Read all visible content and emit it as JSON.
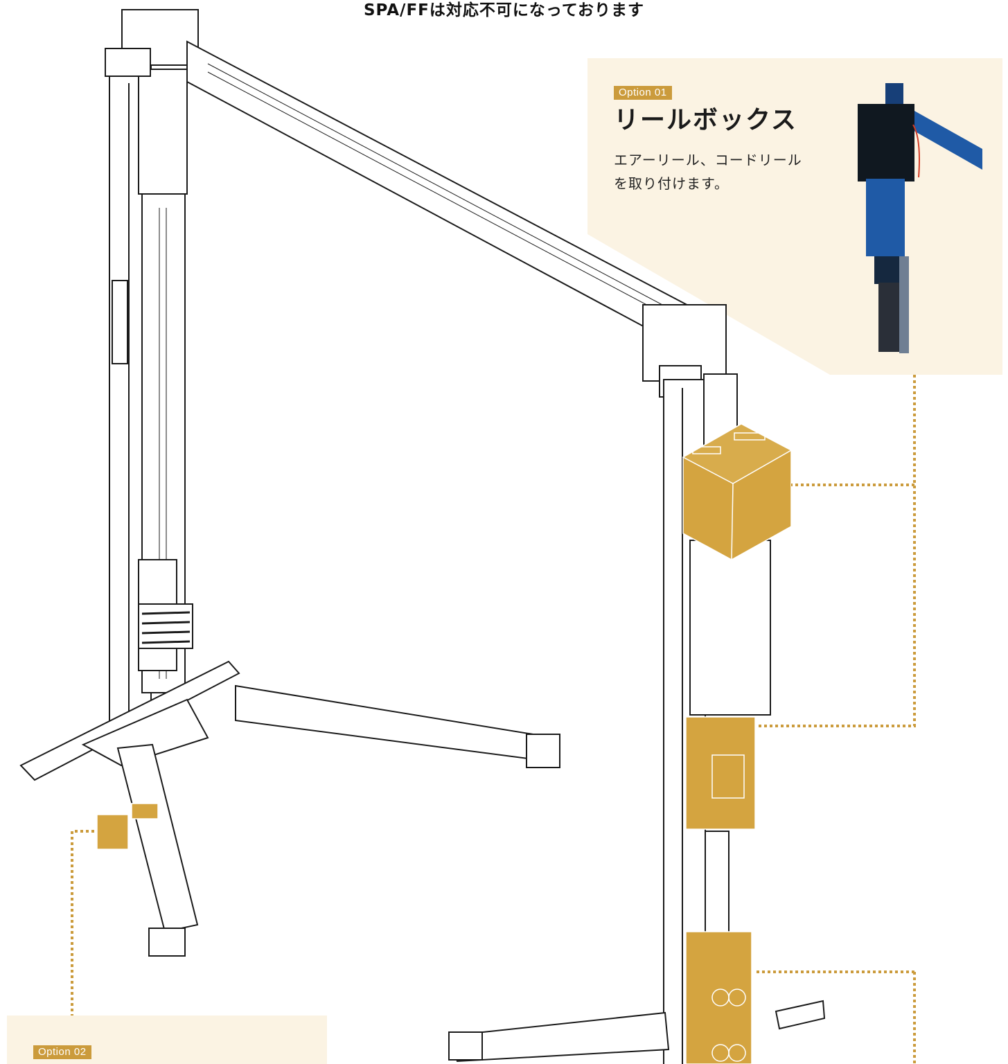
{
  "header": {
    "note": "SPA/FFは対応不可になっております"
  },
  "options": [
    {
      "tag": "Option 01",
      "title": "リールボックス",
      "description_line1": "エアーリール、コードリール",
      "description_line2": "を取り付けます。"
    },
    {
      "tag": "Option 02"
    }
  ],
  "colors": {
    "accent_gold": "#cb9b3c",
    "callout_background": "#fbf3e3",
    "dotted_line": "#cb9b3c",
    "photo_lift_blue": "#1f5aa6"
  }
}
